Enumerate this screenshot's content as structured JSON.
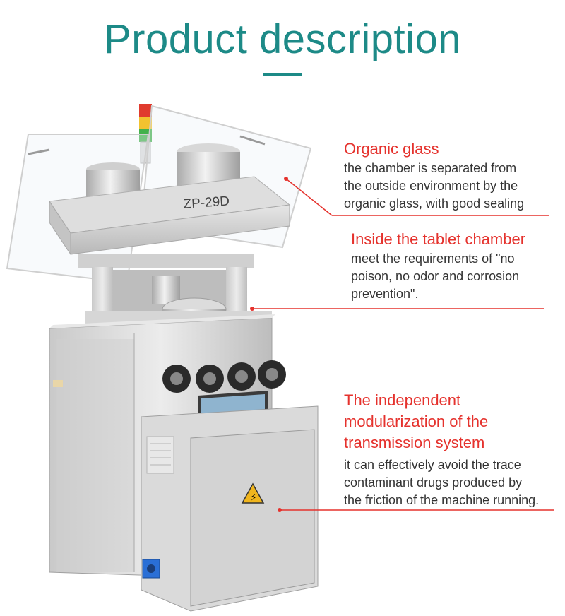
{
  "page": {
    "title": "Product description",
    "accent_color": "#1d8a87",
    "highlight_color": "#e5322d"
  },
  "machine": {
    "model_label": "ZP-29D",
    "icon": "tablet-press-machine"
  },
  "callouts": [
    {
      "heading": "Organic glass",
      "body": [
        "the chamber is separated from",
        "the outside environment by the",
        "organic glass, with good sealing"
      ]
    },
    {
      "heading": "Inside the tablet chamber",
      "body": [
        "meet the requirements of \"no",
        "poison, no odor and corrosion",
        "prevention\"."
      ]
    },
    {
      "heading_lines": [
        "The independent",
        "modularization of the",
        "transmission system"
      ],
      "body": [
        "it can effectively avoid the trace",
        "contaminant drugs produced by",
        "the friction of the machine running."
      ]
    }
  ]
}
